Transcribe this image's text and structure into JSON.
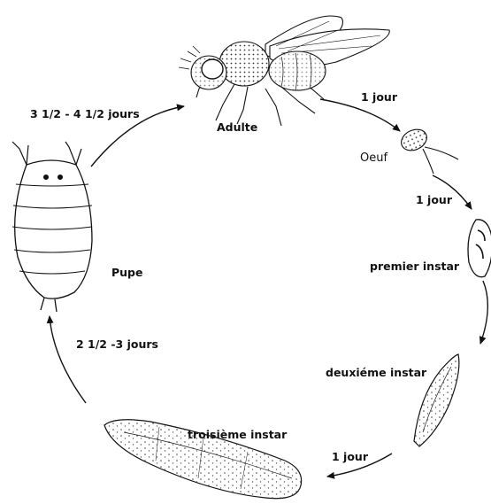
{
  "stages": {
    "adult": "Adulte",
    "egg": "Oeuf",
    "first_instar": "premier instar",
    "second_instar": "deuxiéme instar",
    "third_instar": "troisième instar",
    "pupa": "Pupe"
  },
  "durations": {
    "adult_to_egg": "1 jour",
    "egg_to_first": "1 jour",
    "second_to_third": "1 jour",
    "third_to_pupa": "2 1/2 -3 jours",
    "pupa_to_adult": "3 1/2 - 4 1/2 jours"
  }
}
